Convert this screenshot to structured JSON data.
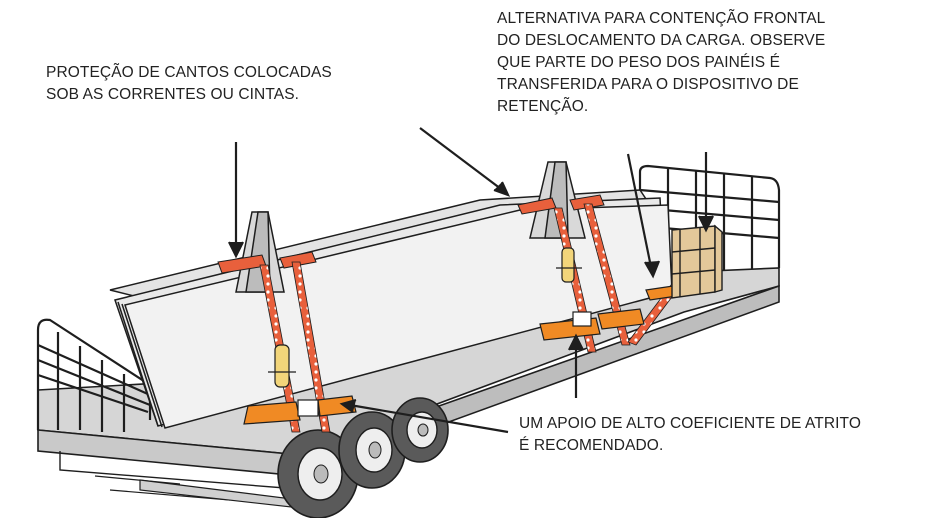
{
  "labels": {
    "corner_protection": [
      "PROTEÇÃO DE CANTOS COLOCADAS",
      "SOB AS CORRENTES OU CINTAS."
    ],
    "frontal_containment": [
      "ALTERNATIVA PARA CONTENÇÃO  FRONTAL",
      "DO DESLOCAMENTO DA  CARGA. OBSERVE",
      "QUE PARTE DO PESO DOS PAINÉIS É",
      "TRANSFERIDA PARA O DISPOSITIVO DE",
      "RETENÇÃO."
    ],
    "friction_support": [
      "UM APOIO DE ALTO COEFICIENTE DE ATRITO",
      "É RECOMENDADO."
    ]
  },
  "colors": {
    "strap": "#e8603c",
    "friction_pad": "#f08a24",
    "panel": "#efefef",
    "deck": "#d6d6d6",
    "outline": "#1e1e1e",
    "wood": "#e3c89a",
    "tensioner": "#f2d57a"
  },
  "icons": [
    "flatbed-trailer",
    "concrete-panels",
    "a-frame-rack",
    "chain-strap",
    "ratchet-tensioner",
    "wooden-retention-crate",
    "wheel"
  ]
}
